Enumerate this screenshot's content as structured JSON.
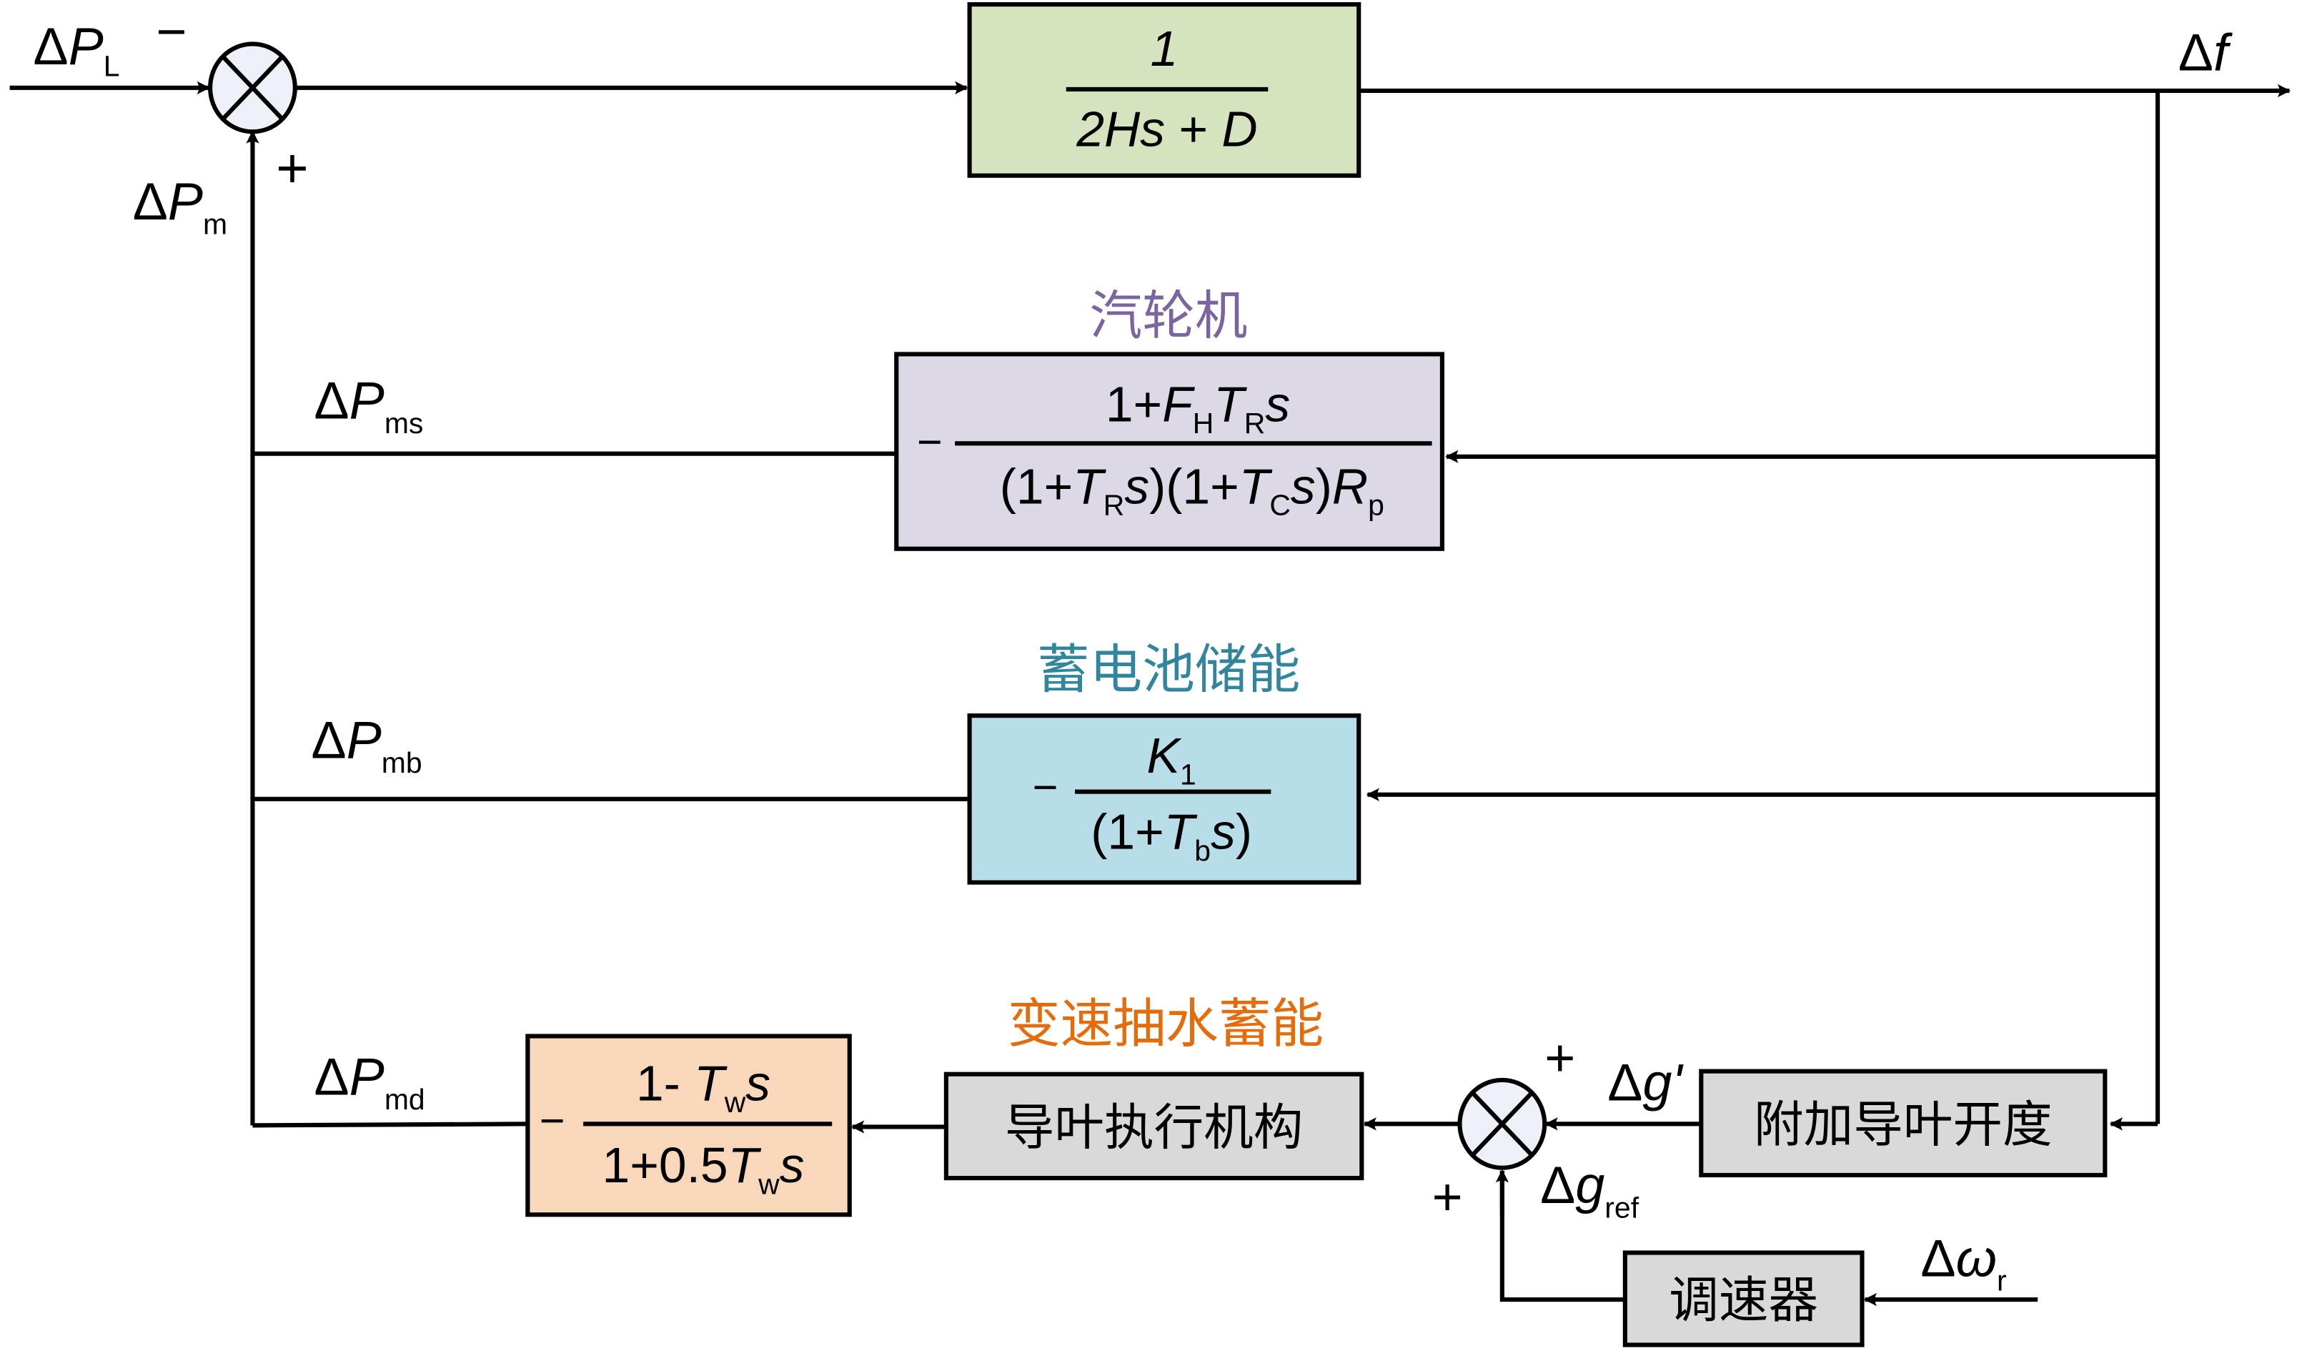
{
  "colors": {
    "plant_block": "#d6e3bf",
    "turbine_block": "#ddd8e6",
    "turbine_title": "#7b65a0",
    "battery_block": "#b7dde8",
    "battery_title": "#31859c",
    "pumped_block": "#f9d7bb",
    "pumped_title": "#e46c0a",
    "grey_block": "#d9d9d9",
    "summer_fill": "#eef0f7"
  },
  "signals": {
    "load": {
      "delta": "Δ",
      "sym": "P",
      "sub": "L"
    },
    "mech": {
      "delta": "Δ",
      "sym": "P",
      "sub": "m"
    },
    "freq": {
      "delta": "Δ",
      "sym": "f"
    },
    "ms": {
      "delta": "Δ",
      "sym": "P",
      "sub": "ms"
    },
    "mb": {
      "delta": "Δ",
      "sym": "P",
      "sub": "mb"
    },
    "md": {
      "delta": "Δ",
      "sym": "P",
      "sub": "md"
    },
    "gprime": {
      "delta": "Δ",
      "sym": "g'"
    },
    "gref": {
      "delta": "Δ",
      "sym": "g",
      "sub": "ref"
    },
    "omega": {
      "delta": "Δ",
      "sym": "ω",
      "sub": "r"
    }
  },
  "signs": {
    "minus": "−",
    "plus": "+"
  },
  "blocks": {
    "plant": {
      "num": "1",
      "den": [
        "2",
        "Hs",
        " + ",
        "D"
      ]
    },
    "turbine": {
      "title": "汽轮机",
      "minus": "−",
      "num": [
        "1+",
        "F",
        "H",
        "T",
        "R",
        "s"
      ],
      "den": [
        "(1+",
        "T",
        "R",
        "s",
        ")(1+",
        "T",
        "C",
        "s",
        ")",
        "R",
        "p"
      ]
    },
    "battery": {
      "title": "蓄电池储能",
      "minus": "−",
      "num": [
        "K",
        "1"
      ],
      "den": [
        "(1+",
        "T",
        "b",
        "s",
        ")"
      ]
    },
    "pumped": {
      "title": "变速抽水蓄能",
      "minus": "−",
      "num": [
        "1- ",
        "T",
        "w",
        "s"
      ],
      "den": [
        "1+0.5",
        "T",
        "w",
        "s"
      ]
    },
    "actuator": {
      "label": "导叶执行机构"
    },
    "extra_guide": {
      "label": "附加导叶开度"
    },
    "governor": {
      "label": "调速器"
    }
  }
}
